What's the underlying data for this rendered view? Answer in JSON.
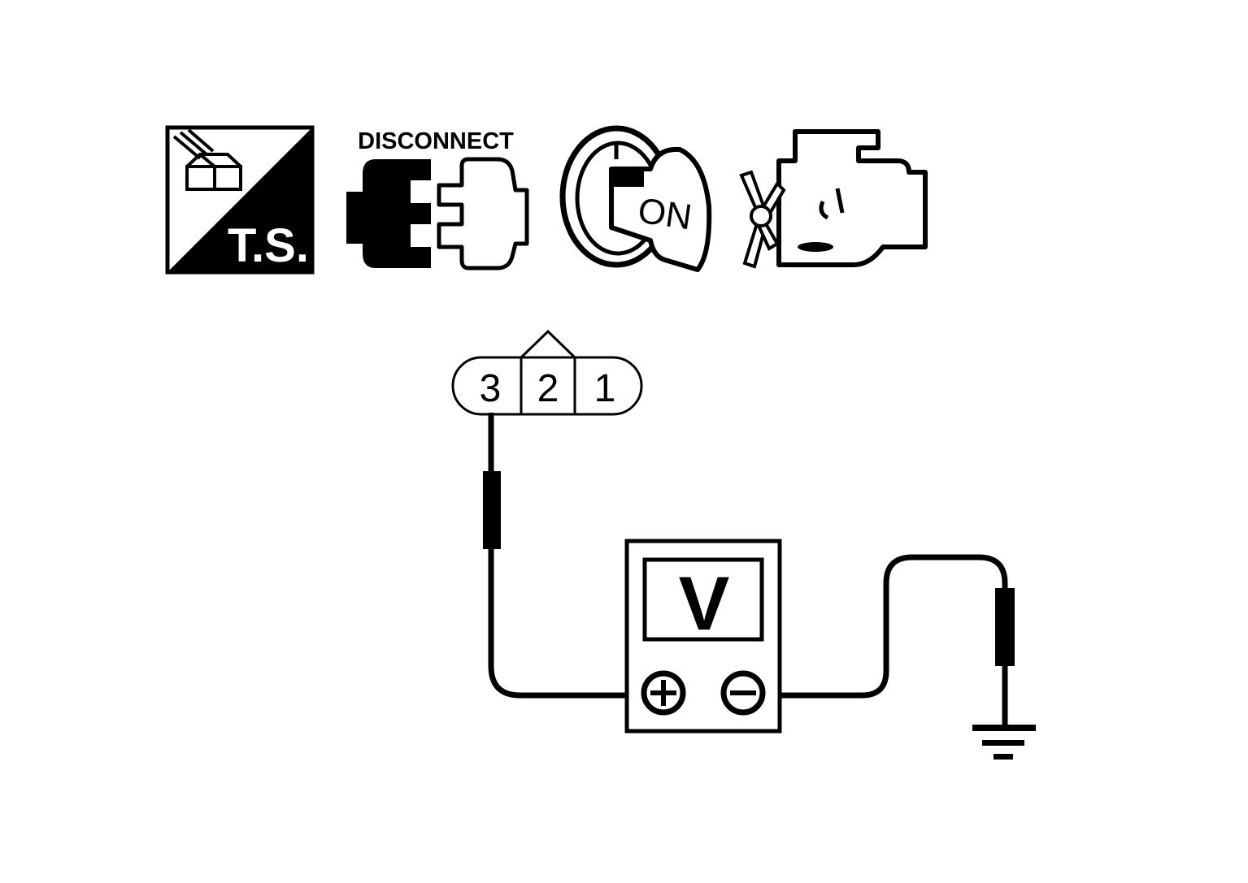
{
  "icons": {
    "ts_label": "T.S.",
    "disconnect_label": "DISCONNECT",
    "ignition_label": "ON"
  },
  "connector": {
    "pins": [
      "3",
      "2",
      "1"
    ]
  },
  "meter": {
    "display": "V"
  },
  "colors": {
    "ink": "#000000",
    "paper": "#ffffff"
  }
}
